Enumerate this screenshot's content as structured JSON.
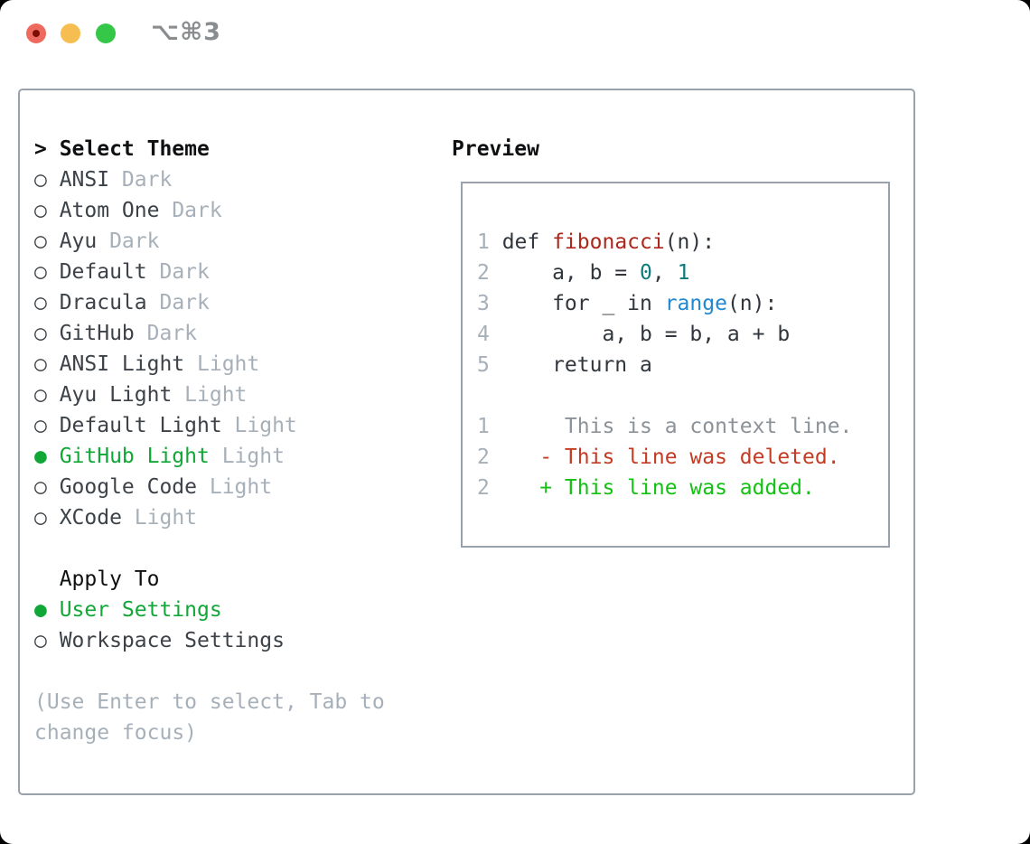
{
  "titlebar": {
    "title": "⌥⌘3"
  },
  "left": {
    "header": {
      "marker": ">",
      "label": "Select Theme"
    },
    "themes": [
      {
        "bullet": "○",
        "name": "ANSI",
        "variant": "Dark",
        "selected": false
      },
      {
        "bullet": "○",
        "name": "Atom One",
        "variant": "Dark",
        "selected": false
      },
      {
        "bullet": "○",
        "name": "Ayu",
        "variant": "Dark",
        "selected": false
      },
      {
        "bullet": "○",
        "name": "Default",
        "variant": "Dark",
        "selected": false
      },
      {
        "bullet": "○",
        "name": "Dracula",
        "variant": "Dark",
        "selected": false
      },
      {
        "bullet": "○",
        "name": "GitHub",
        "variant": "Dark",
        "selected": false
      },
      {
        "bullet": "○",
        "name": "ANSI Light",
        "variant": "Light",
        "selected": false
      },
      {
        "bullet": "○",
        "name": "Ayu Light",
        "variant": "Light",
        "selected": false
      },
      {
        "bullet": "○",
        "name": "Default Light",
        "variant": "Light",
        "selected": false
      },
      {
        "bullet": "●",
        "name": "GitHub Light",
        "variant": "Light",
        "selected": true
      },
      {
        "bullet": "○",
        "name": "Google Code",
        "variant": "Light",
        "selected": false
      },
      {
        "bullet": "○",
        "name": "XCode",
        "variant": "Light",
        "selected": false
      }
    ],
    "apply_to": {
      "label": "Apply To",
      "options": [
        {
          "bullet": "●",
          "label": "User Settings",
          "selected": true
        },
        {
          "bullet": "○",
          "label": "Workspace Settings",
          "selected": false
        }
      ]
    },
    "hint": {
      "line1": "(Use Enter to select, Tab to",
      "line2": "change focus)"
    }
  },
  "preview": {
    "label": "Preview",
    "code_lines": [
      {
        "num": "1",
        "t1": "def ",
        "fn": "fibonacci",
        "t2": "(n):"
      },
      {
        "num": "2",
        "t1": "    a, b = ",
        "n1": "0",
        "t2": ", ",
        "n2": "1"
      },
      {
        "num": "3",
        "t1": "    for _ in ",
        "builtin": "range",
        "t2": "(n):"
      },
      {
        "num": "4",
        "t1": "        a, b = b, a + b"
      },
      {
        "num": "5",
        "t1": "    return a"
      }
    ],
    "diff_lines": [
      {
        "num": "1",
        "text": "     This is a context line.",
        "kind": "context"
      },
      {
        "num": "2",
        "text": "   - This line was deleted.",
        "kind": "deleted"
      },
      {
        "num": "2",
        "text": "   + This line was added.",
        "kind": "added"
      }
    ]
  },
  "colors": {
    "accent_green": "#11a737",
    "diff_added": "#13c113",
    "diff_deleted": "#c53a22",
    "diff_context_gray": "#8b9298",
    "function_red": "#ad271c",
    "number_teal": "#0b7c7c",
    "builtin_blue": "#2187d0",
    "muted_gray": "#a7b0b9",
    "text_dark": "#3c4248",
    "border_gray": "#99a1ab",
    "traffic_red": "#ee6a5e",
    "traffic_yellow": "#f6be50",
    "traffic_green": "#34c748"
  }
}
